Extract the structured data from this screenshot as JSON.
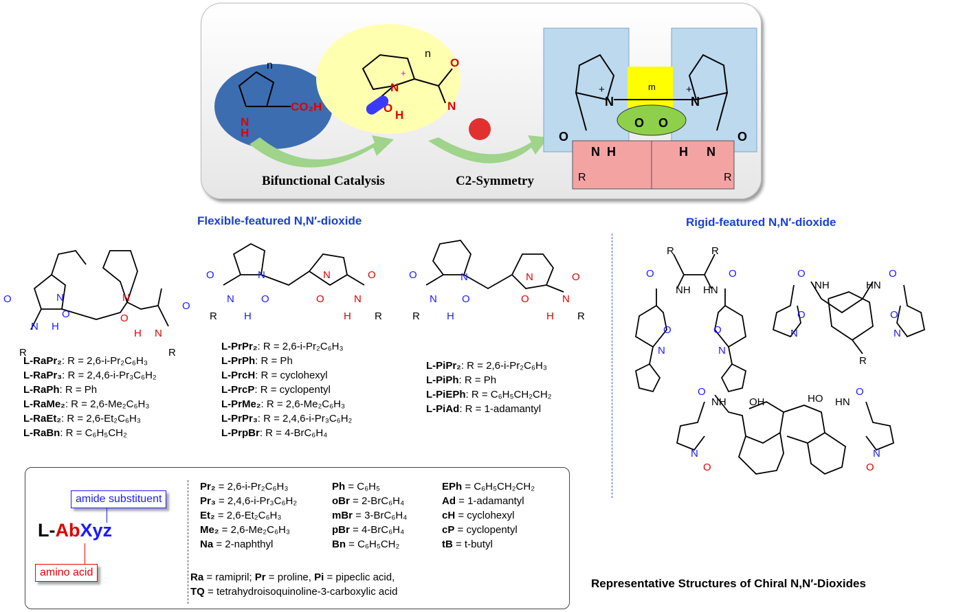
{
  "top_banner": {
    "label_left": "Bifunctional Catalysis",
    "label_right": "C2-Symmetry",
    "colors": {
      "panel_bg": "#eeeeee",
      "blue_ellipse": "#3a6fb5",
      "yellow_ellipse": "#ffffa8",
      "green_ellipse": "#8fd04a",
      "pink_box": "#f4a3a3",
      "lightblue_box": "#bcd9ee",
      "yellow_box": "#ffff00"
    },
    "atoms": {
      "n": "n",
      "N": "N",
      "H": "H",
      "CO2H": "CO₂H",
      "O": "O",
      "plus": "+",
      "minus": "−",
      "R": "R",
      "m": "m"
    }
  },
  "flexible": {
    "header": "Flexible-featured N,N′-dioxide",
    "ra_list": [
      {
        "name": "L-RaPr₂",
        "desc": ": R = 2,6-i-Pr₂C₆H₃"
      },
      {
        "name": "L-RaPr₃",
        "desc": ": R = 2,4,6-i-Pr₃C₆H₂"
      },
      {
        "name": "L-RaPh",
        "desc": ":  R = Ph"
      },
      {
        "name": "L-RaMe₂",
        "desc": ": R = 2,6-Me₂C₆H₃"
      },
      {
        "name": "L-RaEt₂",
        "desc": ":  R = 2,6-Et₂C₆H₃"
      },
      {
        "name": "L-RaBn",
        "desc": ":  R = C₆H₅CH₂"
      }
    ],
    "pr_list": [
      {
        "name": "L-PrPr₂",
        "desc": ": R = 2,6-i-Pr₂C₆H₃"
      },
      {
        "name": "L-PrPh",
        "desc": ":  R = Ph"
      },
      {
        "name": "L-PrcH",
        "desc": ": R = cyclohexyl"
      },
      {
        "name": "L-PrcP",
        "desc": ": R = cyclopentyl"
      },
      {
        "name": "L-PrMe₂",
        "desc": ":  R = 2,6-Me₂C₆H₃"
      },
      {
        "name": "L-PrPr₃",
        "desc": ":  R = 2,4,6-i-Pr₃C₆H₂"
      },
      {
        "name": "L-PrpBr",
        "desc": ": R = 4-BrC₆H₄"
      }
    ],
    "pi_list": [
      {
        "name": "L-PiPr₂",
        "desc": ": R = 2,6-i-Pr₂C₆H₃"
      },
      {
        "name": "L-PiPh",
        "desc": ":  R = Ph"
      },
      {
        "name": "L-PiEPh",
        "desc": ": R = C₆H₅CH₂CH₂"
      },
      {
        "name": "L-PiAd",
        "desc": ": R = 1-adamantyl"
      }
    ]
  },
  "rigid": {
    "header": "Rigid-featured N,N′-dioxide",
    "atoms": {
      "R": "R",
      "NH": "NH",
      "HN": "HN",
      "O": "O",
      "N": "N",
      "HO": "HO",
      "OH": "OH"
    }
  },
  "legend": {
    "amide_substituent": "amide substituent",
    "amino_acid": "amino acid",
    "code_L": "L-",
    "code_Ab": "Ab",
    "code_Xyz": "Xyz",
    "col1": [
      {
        "k": "Pr₂",
        "v": " = 2,6-i-Pr₂C₆H₃"
      },
      {
        "k": "Pr₃",
        "v": " = 2,4,6-i-Pr₃C₆H₂"
      },
      {
        "k": "Et₂",
        "v": " = 2,6-Et₂C₆H₃"
      },
      {
        "k": "Me₂",
        "v": " = 2,6-Me₂C₆H₃"
      },
      {
        "k": "Na",
        "v": " = 2-naphthyl"
      }
    ],
    "col2": [
      {
        "k": "Ph",
        "v": " = C₆H₅"
      },
      {
        "k": "oBr",
        "v": " = 2-BrC₆H₄"
      },
      {
        "k": "mBr",
        "v": " = 3-BrC₆H₄"
      },
      {
        "k": "pBr",
        "v": " = 4-BrC₆H₄"
      },
      {
        "k": "Bn",
        "v": " = C₆H₅CH₂"
      }
    ],
    "col3": [
      {
        "k": "EPh",
        "v": " = C₆H₅CH₂CH₂"
      },
      {
        "k": "Ad",
        "v": " = 1-adamantyl"
      },
      {
        "k": "cH",
        "v": " = cyclohexyl"
      },
      {
        "k": "cP",
        "v": " = cyclopentyl"
      },
      {
        "k": "tB",
        "v": " = t-butyl"
      }
    ],
    "foot1_a": "Ra",
    "foot1_b": " = ramipril; ",
    "foot1_c": "Pr",
    "foot1_d": " = proline, ",
    "foot1_e": "Pi",
    "foot1_f": " = pipeclic acid,",
    "foot2_a": "TQ",
    "foot2_b": " = tetrahydroisoquinoline-3-carboxylic acid"
  },
  "caption": "Representative Structures of Chiral N,N′-Dioxides"
}
